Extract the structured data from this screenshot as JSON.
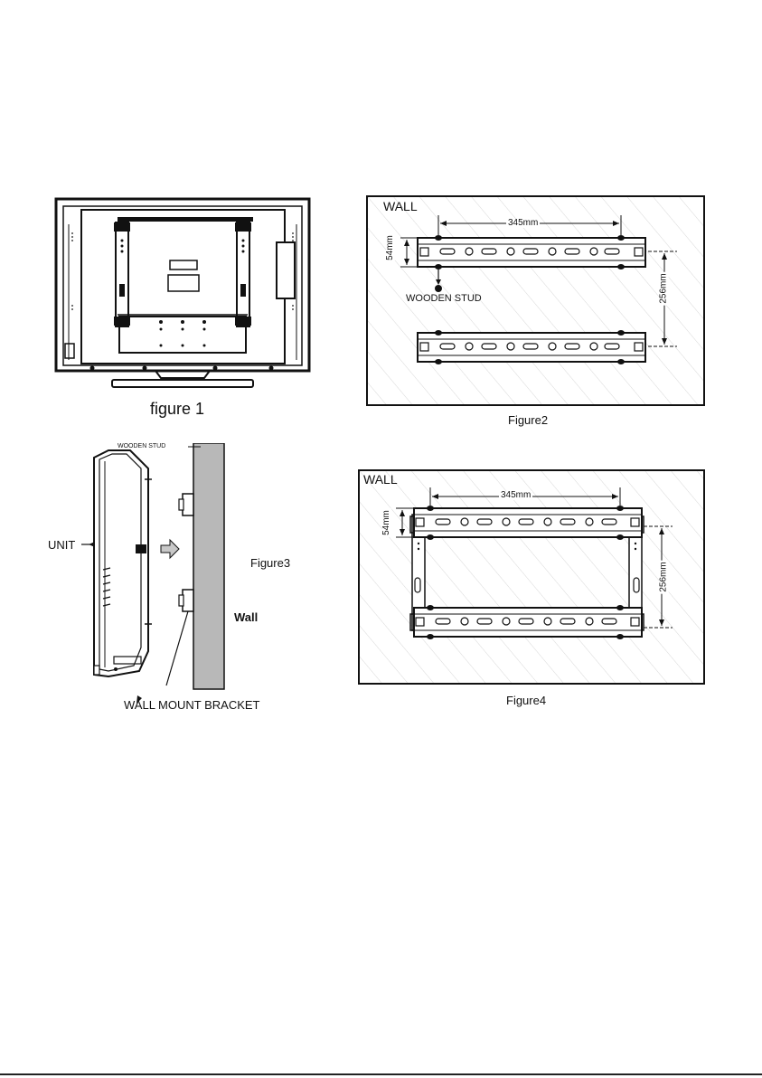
{
  "figure1": {
    "caption": "figure 1"
  },
  "figure2": {
    "caption": "Figure2",
    "wall_label": "WALL",
    "width_dim": "345mm",
    "height_dim": "54mm",
    "spacing_dim": "256mm",
    "stud_label": "WOODEN STUD"
  },
  "figure3": {
    "caption": "Figure3",
    "stud_label": "WOODEN STUD",
    "unit_label": "UNIT",
    "wall_label": "Wall",
    "bracket_label": "WALL MOUNT BRACKET"
  },
  "figure4": {
    "caption": "Figure4",
    "wall_label": "WALL",
    "width_dim": "345mm",
    "height_dim": "54mm",
    "spacing_dim": "256mm"
  }
}
